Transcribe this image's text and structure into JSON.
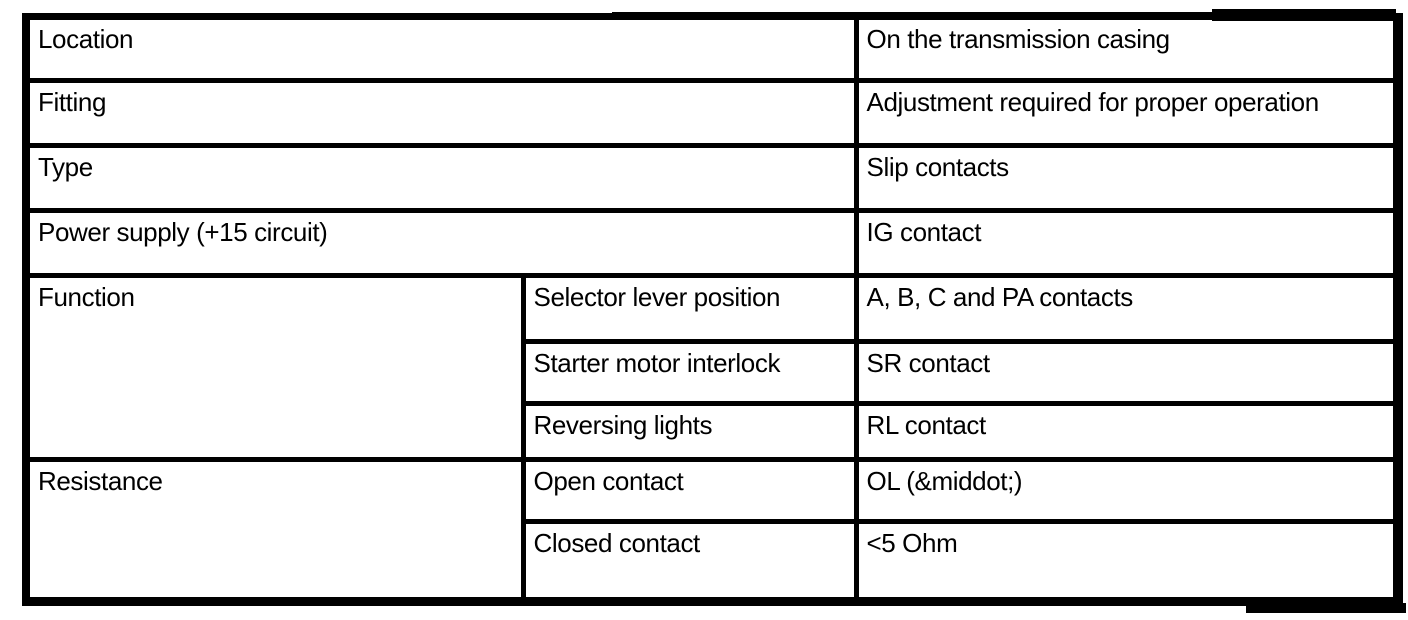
{
  "colors": {
    "border": "#000000",
    "background": "#ffffff",
    "text": "#000000"
  },
  "table": {
    "name": "inhibitor-switch-specification-table",
    "rows": [
      {
        "label": "Location",
        "value": "On the transmission casing"
      },
      {
        "label": "Fitting",
        "value": "Adjustment required for proper operation"
      },
      {
        "label": "Type",
        "value": "Slip contacts"
      },
      {
        "label": "Power supply (+15 circuit)",
        "value": "IG contact"
      },
      {
        "label": "Function",
        "subrows": [
          {
            "sublabel": "Selector lever position",
            "value": "A, B, C and PA contacts"
          },
          {
            "sublabel": "Starter motor interlock",
            "value": "SR contact"
          },
          {
            "sublabel": "Reversing lights",
            "value": "RL contact"
          }
        ]
      },
      {
        "label": "Resistance",
        "subrows": [
          {
            "sublabel": "Open contact",
            "value": "OL (&middot;)"
          },
          {
            "sublabel": "Closed contact",
            "value": "<5 Ohm"
          }
        ]
      }
    ]
  }
}
